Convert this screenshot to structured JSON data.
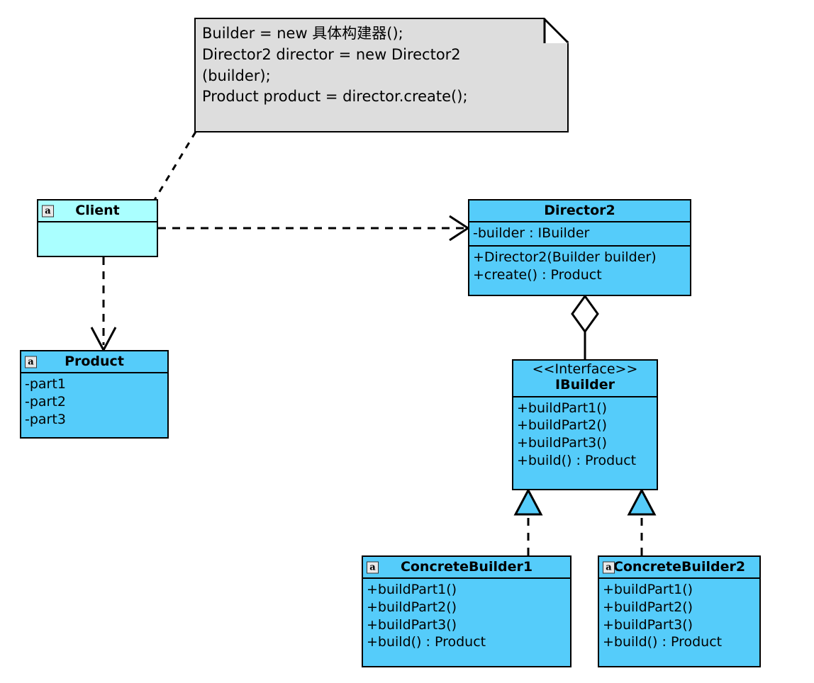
{
  "diagram": {
    "title": "Builder Pattern UML Class Diagram",
    "type": "uml-class-diagram",
    "background_color": "#FFFFFF"
  },
  "palette": {
    "class_fill": "#55CCFA",
    "client_fill": "#AAFFFF",
    "note_fill": "#DDDDDD",
    "line_color": "#000000",
    "badge_fill": "#E8E8E8"
  },
  "note": {
    "name": "code-snippet-note",
    "fill": "#DDDDDD",
    "lines": [
      "Builder = new 具体构建器();",
      "Director2 director = new Director2",
      "(builder);",
      "Product product = director.create();"
    ]
  },
  "classes": {
    "client": {
      "name": "Client",
      "badge": "a",
      "fill": "#AAFFFF",
      "attributes": [],
      "operations": []
    },
    "product": {
      "name": "Product",
      "badge": "a",
      "fill": "#55CCFA",
      "attributes": [
        "-part1",
        "-part2",
        "-part3"
      ],
      "operations": []
    },
    "director2": {
      "name": "Director2",
      "badge": "",
      "fill": "#55CCFA",
      "attributes": [
        "-builder : IBuilder"
      ],
      "operations": [
        "+Director2(Builder builder)",
        "+create() : Product"
      ]
    },
    "ibuilder": {
      "stereotype": "<<Interface>>",
      "name": "IBuilder",
      "fill": "#55CCFA",
      "operations": [
        "+buildPart1()",
        "+buildPart2()",
        "+buildPart3()",
        "+build() : Product"
      ]
    },
    "concrete_builder_1": {
      "name": "ConcreteBuilder1",
      "badge": "a",
      "fill": "#55CCFA",
      "operations": [
        "+buildPart1()",
        "+buildPart2()",
        "+buildPart3()",
        "+build() : Product"
      ]
    },
    "concrete_builder_2": {
      "name": "ConcreteBuilder2",
      "badge": "a",
      "fill": "#55CCFA",
      "operations": [
        "+buildPart1()",
        "+buildPart2()",
        "+buildPart3()",
        "+build() : Product"
      ]
    }
  },
  "relationships": [
    {
      "from": "note",
      "to": "client",
      "type": "note-anchor",
      "style": "dashed",
      "label": ""
    },
    {
      "from": "client",
      "to": "director2",
      "type": "dependency",
      "style": "dashed",
      "arrow": "open",
      "label": ""
    },
    {
      "from": "client",
      "to": "product",
      "type": "dependency",
      "style": "dashed",
      "arrow": "open",
      "label": ""
    },
    {
      "from": "director2",
      "to": "ibuilder",
      "type": "aggregation",
      "style": "solid",
      "arrow": "hollow-diamond",
      "label": ""
    },
    {
      "from": "concrete_builder_1",
      "to": "ibuilder",
      "type": "realization",
      "style": "dashed",
      "arrow": "hollow-triangle",
      "label": ""
    },
    {
      "from": "concrete_builder_2",
      "to": "ibuilder",
      "type": "realization",
      "style": "dashed",
      "arrow": "hollow-triangle",
      "label": ""
    }
  ]
}
